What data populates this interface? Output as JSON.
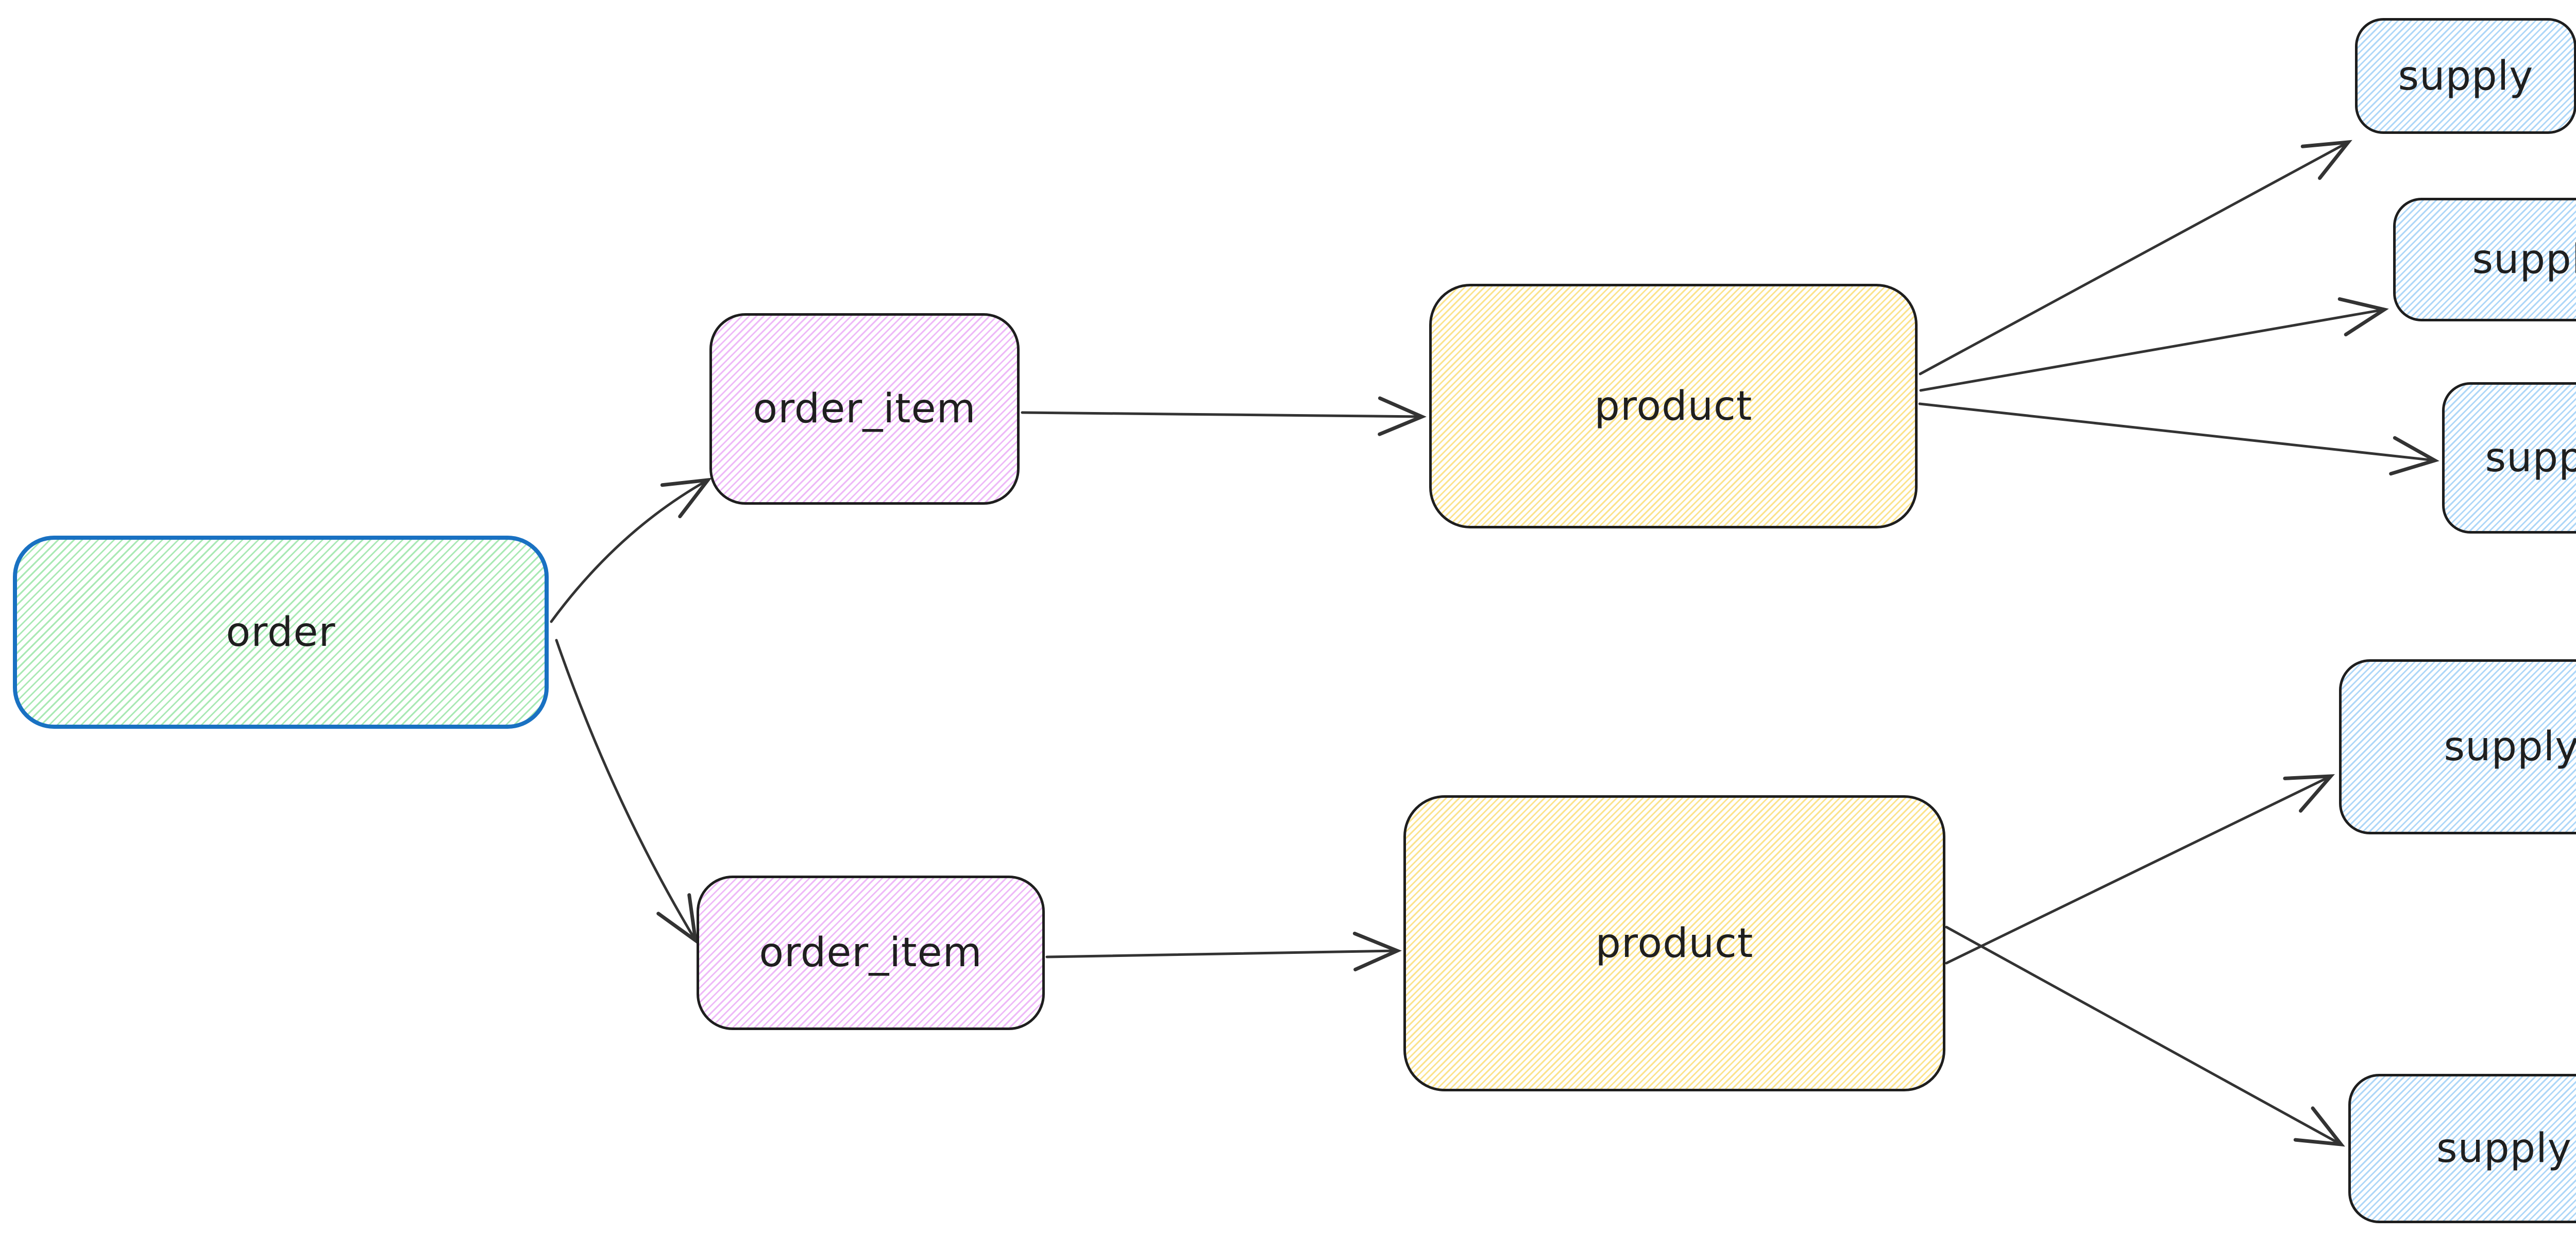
{
  "diagram": {
    "kind": "hand-drawn entity relationship sketch",
    "background": "#ffffff"
  },
  "palette": {
    "canvas_background": "#ffffff",
    "order_border": "#1971c2",
    "default_border": "#1e1e1e",
    "arrow": "#333333",
    "text": "#1f1f1f",
    "hachure_green": "#a9e9b4",
    "hachure_violet": "#eeb9f8",
    "hachure_yellow": "#fbe38d",
    "hachure_blue": "#aed7f8"
  },
  "nodes": {
    "order": {
      "label": "order",
      "fill": "green",
      "border": "#1971c2"
    },
    "order_item_top": {
      "label": "order_item",
      "fill": "violet",
      "border": "#1e1e1e"
    },
    "order_item_bottom": {
      "label": "order_item",
      "fill": "violet",
      "border": "#1e1e1e"
    },
    "product_top": {
      "label": "product",
      "fill": "yellow",
      "border": "#1e1e1e"
    },
    "product_bottom": {
      "label": "product",
      "fill": "yellow",
      "border": "#1e1e1e"
    },
    "supply_1": {
      "label": "supply",
      "fill": "blue",
      "border": "#1e1e1e"
    },
    "supply_2": {
      "label": "supply",
      "fill": "blue",
      "border": "#1e1e1e"
    },
    "supply_3": {
      "label": "supply",
      "fill": "blue",
      "border": "#1e1e1e"
    },
    "supply_4": {
      "label": "supply",
      "fill": "blue",
      "border": "#1e1e1e"
    },
    "supply_5": {
      "label": "supply",
      "fill": "blue",
      "border": "#1e1e1e"
    }
  },
  "edges": [
    {
      "from": "order",
      "to": "order_item_top"
    },
    {
      "from": "order",
      "to": "order_item_bottom"
    },
    {
      "from": "order_item_top",
      "to": "product_top"
    },
    {
      "from": "order_item_bottom",
      "to": "product_bottom"
    },
    {
      "from": "product_top",
      "to": "supply_1"
    },
    {
      "from": "product_top",
      "to": "supply_2"
    },
    {
      "from": "product_top",
      "to": "supply_3"
    },
    {
      "from": "product_bottom",
      "to": "supply_4"
    },
    {
      "from": "product_bottom",
      "to": "supply_5"
    }
  ]
}
